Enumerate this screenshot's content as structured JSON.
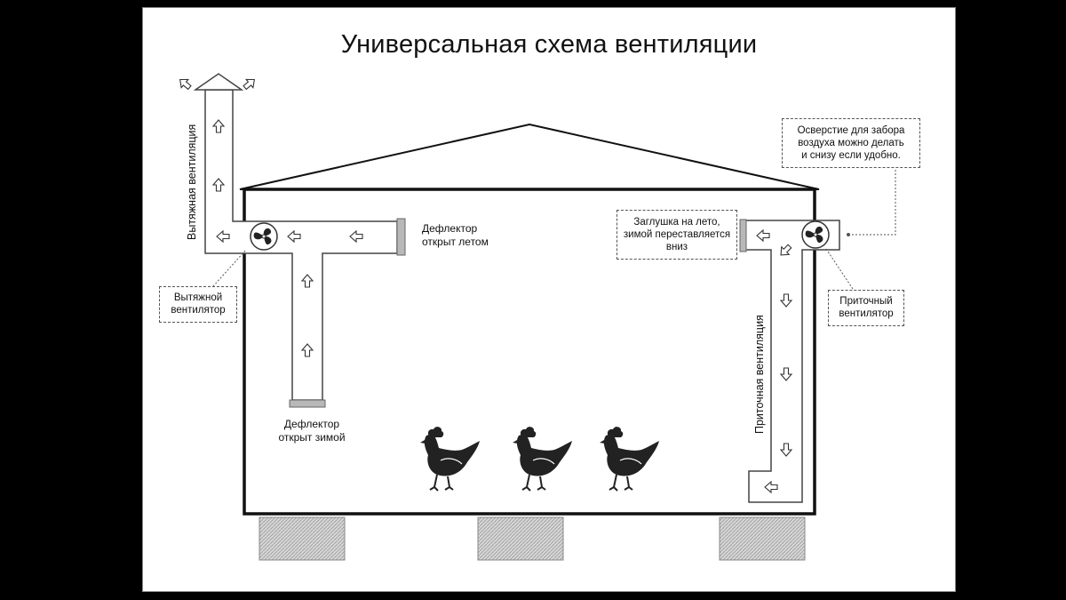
{
  "diagram": {
    "title": "Универсальная схема вентиляции",
    "exhaust_vertical_label": "Вытяжная вентиляция",
    "supply_vertical_label": "Приточная вентиляция",
    "deflector_summer_lines": [
      "Дефлектор",
      "открыт летом"
    ],
    "deflector_winter_lines": [
      "Дефлектор",
      "открыт зимой"
    ],
    "exhaust_fan_box": [
      "Вытяжной",
      "вентилятор"
    ],
    "supply_fan_box": [
      "Приточный",
      "вентилятор"
    ],
    "plug_box": [
      "Заглушка на лето,",
      "зимой переставляется",
      "вниз"
    ],
    "intake_note_box": [
      "Осверстие для забора",
      "воздуха можно делать",
      "и снизу если удобно."
    ],
    "icons": [
      "fan-icon",
      "arrow-up-icon",
      "arrow-down-icon",
      "arrow-left-icon",
      "chicken-icon",
      "roof-cap-icon"
    ]
  }
}
